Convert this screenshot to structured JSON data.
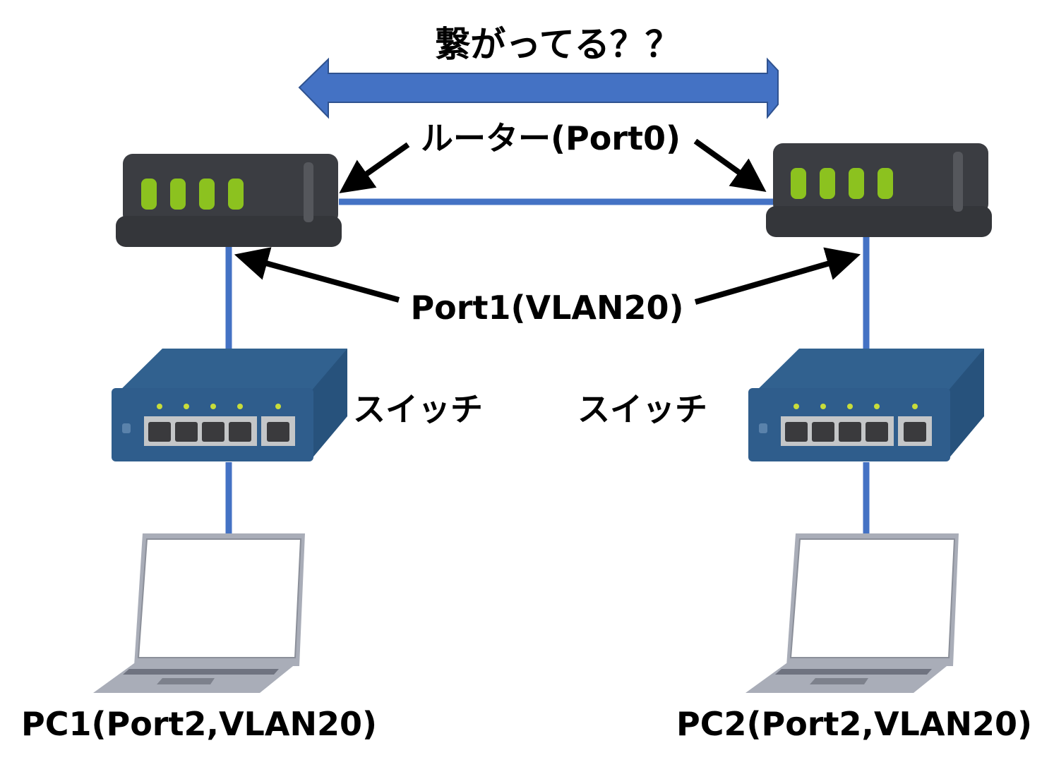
{
  "title": "繋がってる？？",
  "labels": {
    "router_port0": "ルーター(Port0)",
    "router_port1": "Port1(VLAN20)",
    "switch_left": "スイッチ",
    "switch_right": "スイッチ",
    "pc1": "PC1(Port2,VLAN20)",
    "pc2": "PC2(Port2,VLAN20)"
  },
  "nodes": [
    {
      "id": "router-left",
      "type": "router",
      "label": "ルーター(Port0)"
    },
    {
      "id": "router-right",
      "type": "router",
      "label": "ルーター(Port0)"
    },
    {
      "id": "switch-left",
      "type": "switch",
      "label": "スイッチ"
    },
    {
      "id": "switch-right",
      "type": "switch",
      "label": "スイッチ"
    },
    {
      "id": "pc1",
      "type": "laptop",
      "label": "PC1(Port2,VLAN20)"
    },
    {
      "id": "pc2",
      "type": "laptop",
      "label": "PC2(Port2,VLAN20)"
    }
  ],
  "links": [
    {
      "from": "router-left",
      "to": "router-right",
      "port": "Port0"
    },
    {
      "from": "router-left",
      "to": "switch-left",
      "port": "Port1(VLAN20)"
    },
    {
      "from": "router-right",
      "to": "switch-right",
      "port": "Port1(VLAN20)"
    },
    {
      "from": "switch-left",
      "to": "pc1",
      "port": "Port2"
    },
    {
      "from": "switch-right",
      "to": "pc2",
      "port": "Port2"
    }
  ],
  "colors": {
    "link": "#4472c4",
    "arrow_fill": "#4472c4",
    "arrow_stroke": "#2f528f",
    "router_body": "#3b3d42",
    "router_led": "#8cc21f",
    "switch_body": "#2f5d8c",
    "switch_led": "#c8dc3a",
    "laptop_body": "#a9adb8",
    "text": "#000000"
  }
}
